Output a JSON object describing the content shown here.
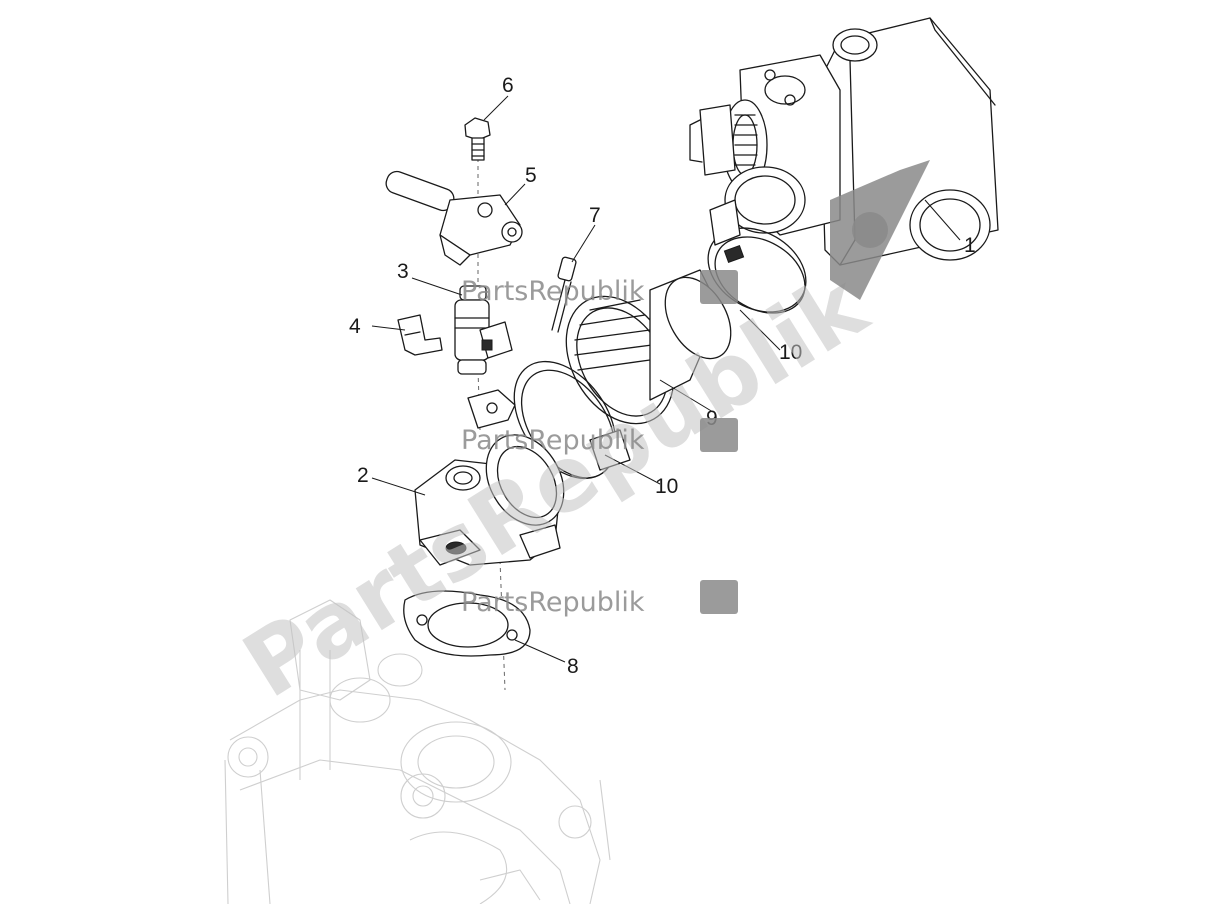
{
  "callouts": [
    {
      "number": "1"
    },
    {
      "number": "2"
    },
    {
      "number": "3"
    },
    {
      "number": "4"
    },
    {
      "number": "5"
    },
    {
      "number": "6"
    },
    {
      "number": "7"
    },
    {
      "number": "8"
    },
    {
      "number": "9"
    },
    {
      "number": "10"
    },
    {
      "number": "10"
    }
  ],
  "watermark": {
    "brand": "PartsRepublik",
    "icon": "gear-flag-icon"
  },
  "colors": {
    "line": "#1a1a1a",
    "ghost": "#cfcfcf",
    "watermark": "#8a8a8a"
  }
}
